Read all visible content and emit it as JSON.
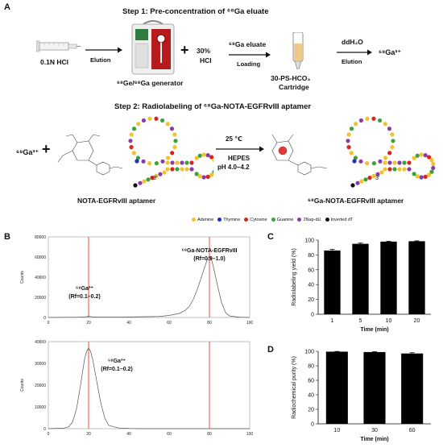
{
  "panels": {
    "a": "A",
    "b": "B",
    "c": "C",
    "d": "D"
  },
  "step1": {
    "title": "Step 1: Pre-concentration of ⁶⁸Ga eluate",
    "hcl_label": "0.1N HCl",
    "elution1": "Elution",
    "generator_label": "⁶⁸Ge/⁶⁸Ga generator",
    "plus": "+",
    "hcl30": "30%",
    "hcl30b": "HCl",
    "ga_eluate": "⁶⁸Ga eluate",
    "loading": "Loading",
    "cartridge": "30-PS-HCO₃",
    "cartridge2": "Cartridge",
    "ddh2o": "ddH₂O",
    "elution2": "Elution",
    "ga3": "⁶⁸Ga³⁺"
  },
  "step2": {
    "title": "Step 2: Radiolabeling of ⁶⁸Ga-NOTA-EGFRvIII aptamer",
    "ga3": "⁶⁸Ga³⁺",
    "plus": "+",
    "temp": "25 ℃",
    "buffer": "HEPES",
    "ph": "pH 4.0–4.2",
    "left_label": "NOTA-EGFRvIII aptamer",
    "right_label": "⁶⁸Ga-NOTA-EGFRvIII aptamer",
    "three_prime": "3'",
    "legend": [
      {
        "name": "Adenine",
        "color": "#f2c12e"
      },
      {
        "name": "Thymine",
        "color": "#1f2fbf"
      },
      {
        "name": "Cytosine",
        "color": "#d9241c"
      },
      {
        "name": "Guanine",
        "color": "#3aa33a"
      },
      {
        "name": "2Nap-dU",
        "color": "#8a3da8"
      },
      {
        "name": "Inverted dT",
        "color": "#111111"
      }
    ]
  },
  "chart_data": [
    {
      "type": "line",
      "panel": "B-top",
      "ylabel": "Counts",
      "xlim": [
        0,
        100
      ],
      "ylim": [
        0,
        80000
      ],
      "xticks": [
        0,
        20,
        40,
        60,
        80,
        100
      ],
      "yticks": [
        0,
        20000,
        40000,
        60000,
        80000
      ],
      "marker_x": [
        20,
        80
      ],
      "annotations": [
        {
          "text": "⁶⁸Ga³⁺",
          "sub": "(Rf=0.1–0.2)"
        },
        {
          "text": "⁶⁸Ga-NOTA-EGFRvIII",
          "sub": "(Rf=0.9–1.0)"
        }
      ],
      "series": [
        {
          "x": [
            0,
            15,
            18,
            20,
            22,
            25,
            40,
            55,
            60,
            65,
            68,
            70,
            72,
            74,
            76,
            78,
            79,
            80,
            81,
            82,
            84,
            86,
            88,
            90,
            95,
            100
          ],
          "y": [
            0,
            300,
            600,
            1000,
            600,
            300,
            500,
            1000,
            2000,
            4000,
            7000,
            11000,
            18000,
            28000,
            40000,
            52000,
            58000,
            61000,
            58000,
            50000,
            32000,
            15000,
            5000,
            1500,
            300,
            0
          ]
        }
      ]
    },
    {
      "type": "line",
      "panel": "B-bottom",
      "ylabel": "Counts",
      "xlim": [
        0,
        100
      ],
      "ylim": [
        0,
        40000
      ],
      "xticks": [
        0,
        20,
        40,
        60,
        80,
        100
      ],
      "yticks": [
        0,
        10000,
        20000,
        30000,
        40000
      ],
      "marker_x": [
        20,
        80
      ],
      "annotations": [
        {
          "text": "⁶⁸Ga³⁺",
          "sub": "(Rf=0.1–0.2)"
        }
      ],
      "series": [
        {
          "x": [
            0,
            8,
            10,
            12,
            14,
            16,
            18,
            19,
            20,
            21,
            22,
            24,
            26,
            28,
            30,
            35,
            40,
            50,
            60,
            80,
            100
          ],
          "y": [
            0,
            300,
            800,
            3000,
            9000,
            20000,
            32000,
            35500,
            37000,
            35500,
            32000,
            22000,
            12000,
            5000,
            1500,
            300,
            100,
            0,
            0,
            0,
            0
          ]
        }
      ]
    },
    {
      "type": "bar",
      "panel": "C",
      "categories": [
        "1",
        "5",
        "10",
        "20"
      ],
      "values": [
        86,
        95,
        98,
        98.5
      ],
      "errors": [
        1.5,
        1.0,
        0.5,
        0.5
      ],
      "xlabel": "Time (min)",
      "ylabel": "Radiolabeling yield (%)",
      "ylim": [
        0,
        100
      ],
      "yticks": [
        0,
        20,
        40,
        60,
        80,
        100
      ]
    },
    {
      "type": "bar",
      "panel": "D",
      "categories": [
        "10",
        "30",
        "60"
      ],
      "values": [
        99.5,
        99,
        97
      ],
      "errors": [
        0.3,
        0.4,
        1.0
      ],
      "xlabel": "Time (min)",
      "ylabel": "Radiochemical purity (%)",
      "ylim": [
        0,
        100
      ],
      "yticks": [
        0,
        20,
        40,
        60,
        80,
        100
      ]
    }
  ]
}
